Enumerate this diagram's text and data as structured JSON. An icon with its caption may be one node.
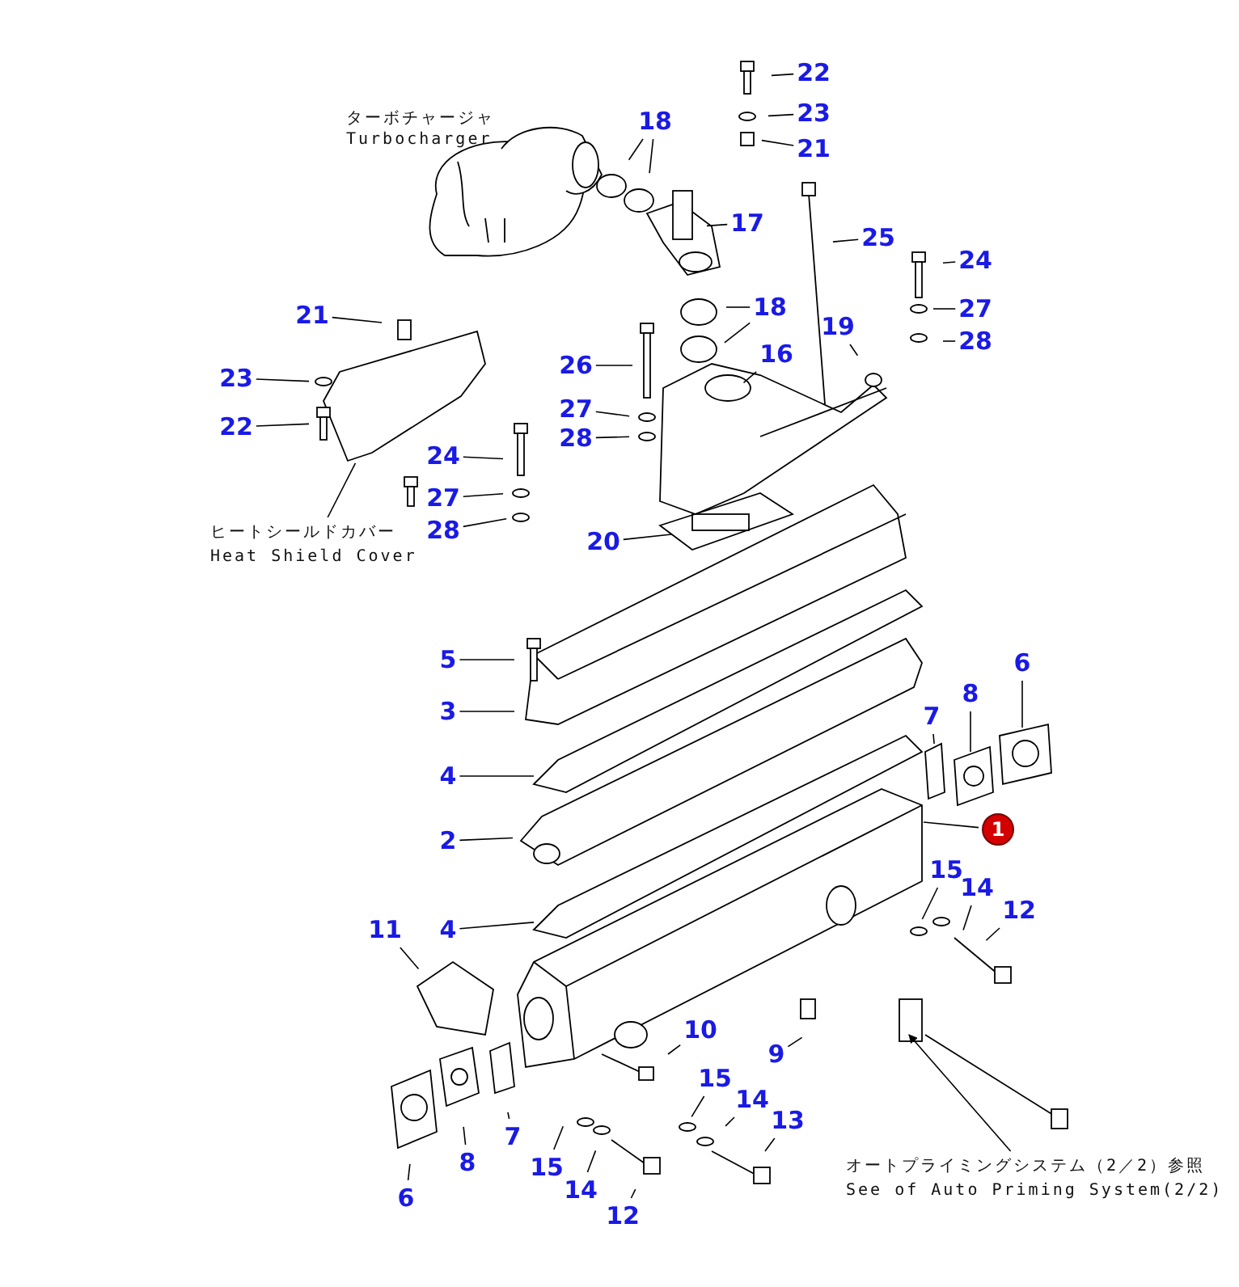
{
  "diagram": {
    "nodes": [
      {
        "text": [
          "22"
        ]
      },
      {
        "text": [
          "23"
        ]
      },
      {
        "text": [
          "21"
        ]
      },
      {
        "text": [
          "18"
        ]
      },
      {
        "text": [
          "17"
        ]
      },
      {
        "text": [
          "25"
        ]
      },
      {
        "text": [
          "24"
        ]
      },
      {
        "text": [
          "27"
        ]
      },
      {
        "text": [
          "21"
        ]
      },
      {
        "text": [
          "18"
        ]
      },
      {
        "text": [
          "19"
        ]
      },
      {
        "text": [
          "28"
        ]
      },
      {
        "text": [
          "16"
        ]
      },
      {
        "text": [
          "26"
        ]
      },
      {
        "text": [
          "23"
        ]
      },
      {
        "text": [
          "27"
        ]
      },
      {
        "text": [
          "22"
        ]
      },
      {
        "text": [
          "28"
        ]
      },
      {
        "text": [
          "24"
        ]
      },
      {
        "text": [
          "27"
        ]
      },
      {
        "text": [
          "28"
        ]
      },
      {
        "text": [
          "ヒートシールドカバー",
          "Heat Shield Cover"
        ]
      },
      {
        "text": [
          "20"
        ]
      },
      {
        "text": [
          "5"
        ]
      },
      {
        "text": [
          "6"
        ]
      },
      {
        "text": [
          "8"
        ]
      },
      {
        "text": [
          "3"
        ]
      },
      {
        "text": [
          "7"
        ]
      },
      {
        "text": [
          "4"
        ]
      },
      {
        "text": [
          "1"
        ]
      },
      {
        "text": [
          "2"
        ]
      },
      {
        "text": [
          "15"
        ]
      },
      {
        "text": [
          "14"
        ]
      },
      {
        "text": [
          "12"
        ]
      },
      {
        "text": [
          "4"
        ]
      },
      {
        "text": [
          "11"
        ]
      },
      {
        "text": [
          "10"
        ]
      },
      {
        "text": [
          "9"
        ]
      },
      {
        "text": [
          "15"
        ]
      },
      {
        "text": [
          "14"
        ]
      },
      {
        "text": [
          "13"
        ]
      },
      {
        "text": [
          "7"
        ]
      },
      {
        "text": [
          "8"
        ]
      },
      {
        "text": [
          "15"
        ]
      },
      {
        "text": [
          "オートプライミングシステム（2／2）参照",
          "See of Auto Priming System(2/2)"
        ]
      },
      {
        "text": [
          "14"
        ]
      },
      {
        "text": [
          "6"
        ]
      },
      {
        "text": [
          "12"
        ]
      }
    ],
    "edges": [
      {
        "from": 0,
        "to": null,
        "arrow": "none"
      },
      {
        "from": 1,
        "to": null,
        "arrow": "none"
      },
      {
        "from": 2,
        "to": null,
        "arrow": "none"
      },
      {
        "from": 3,
        "to": null,
        "arrow": "none"
      },
      {
        "from": 3,
        "to": null,
        "arrow": "none"
      },
      {
        "from": 4,
        "to": null,
        "arrow": "none"
      },
      {
        "from": 5,
        "to": null,
        "arrow": "none"
      },
      {
        "from": 6,
        "to": null,
        "arrow": "none"
      },
      {
        "from": 7,
        "to": null,
        "arrow": "none"
      },
      {
        "from": 8,
        "to": null,
        "arrow": "none"
      },
      {
        "from": 9,
        "to": null,
        "arrow": "none"
      },
      {
        "from": 9,
        "to": null,
        "arrow": "none"
      },
      {
        "from": 10,
        "to": null,
        "arrow": "none"
      },
      {
        "from": 11,
        "to": null,
        "arrow": "none"
      },
      {
        "from": 12,
        "to": null,
        "arrow": "none"
      },
      {
        "from": 13,
        "to": null,
        "arrow": "none"
      },
      {
        "from": 14,
        "to": null,
        "arrow": "none"
      },
      {
        "from": 15,
        "to": null,
        "arrow": "none"
      },
      {
        "from": 16,
        "to": null,
        "arrow": "none"
      },
      {
        "from": 17,
        "to": null,
        "arrow": "none"
      },
      {
        "from": 18,
        "to": null,
        "arrow": "none"
      },
      {
        "from": 19,
        "to": null,
        "arrow": "none"
      },
      {
        "from": 20,
        "to": null,
        "arrow": "none"
      },
      {
        "from": 21,
        "to": null,
        "arrow": "none"
      },
      {
        "from": 22,
        "to": null,
        "arrow": "none"
      },
      {
        "from": 23,
        "to": null,
        "arrow": "none"
      },
      {
        "from": 24,
        "to": null,
        "arrow": "none"
      },
      {
        "from": 25,
        "to": null,
        "arrow": "none"
      },
      {
        "from": 26,
        "to": null,
        "arrow": "none"
      },
      {
        "from": 27,
        "to": null,
        "arrow": "none"
      },
      {
        "from": 28,
        "to": null,
        "arrow": "none"
      },
      {
        "from": 29,
        "to": null,
        "arrow": "none"
      },
      {
        "from": 30,
        "to": null,
        "arrow": "none"
      },
      {
        "from": 31,
        "to": null,
        "arrow": "none"
      },
      {
        "from": 32,
        "to": null,
        "arrow": "none"
      },
      {
        "from": 33,
        "to": null,
        "arrow": "none"
      },
      {
        "from": 34,
        "to": null,
        "arrow": "none"
      },
      {
        "from": 35,
        "to": null,
        "arrow": "none"
      },
      {
        "from": 36,
        "to": null,
        "arrow": "none"
      },
      {
        "from": 37,
        "to": null,
        "arrow": "none"
      },
      {
        "from": 38,
        "to": null,
        "arrow": "none"
      },
      {
        "from": 39,
        "to": null,
        "arrow": "none"
      },
      {
        "from": 40,
        "to": null,
        "arrow": "none"
      },
      {
        "from": 41,
        "to": null,
        "arrow": "none"
      },
      {
        "from": 42,
        "to": null,
        "arrow": "none"
      },
      {
        "from": 43,
        "to": null,
        "arrow": "none"
      },
      {
        "from": 44,
        "to": null,
        "arrow": "to"
      },
      {
        "from": 45,
        "to": null,
        "arrow": "none"
      },
      {
        "from": 46,
        "to": null,
        "arrow": "none"
      },
      {
        "from": 47,
        "to": null,
        "arrow": "none"
      }
    ],
    "labels": [
      "ターボチャージャ",
      "Turbocharger"
    ]
  }
}
